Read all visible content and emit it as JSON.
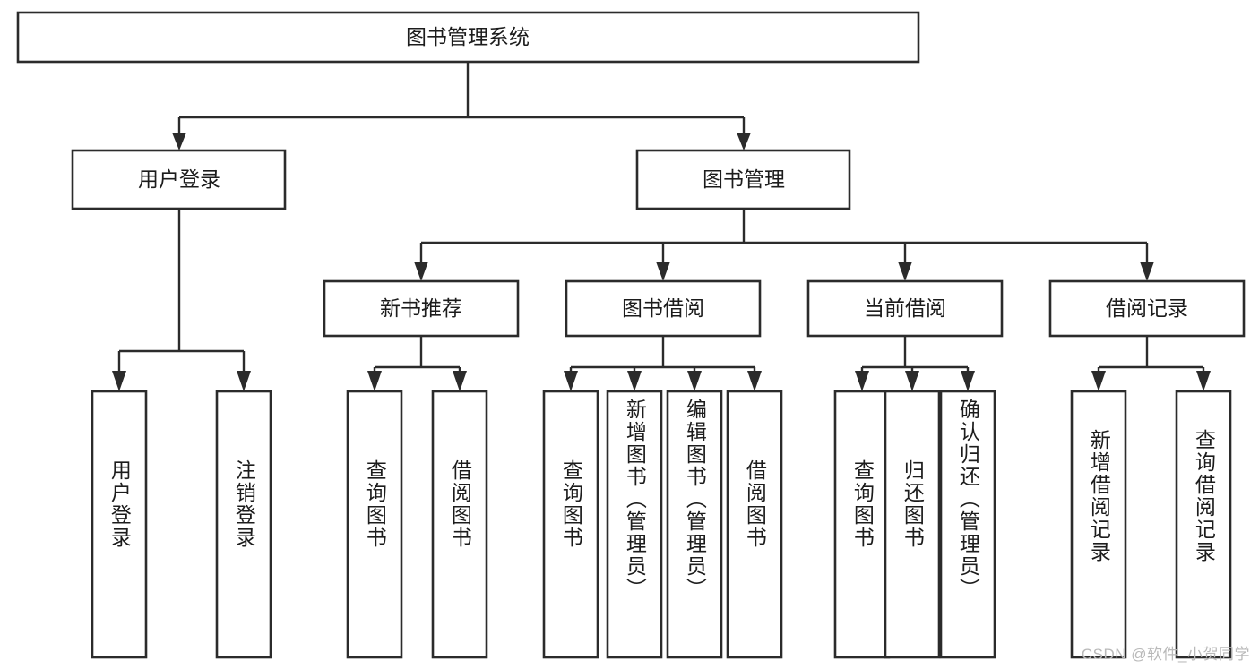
{
  "diagram": {
    "title": "图书管理系统",
    "type": "tree-hierarchy-diagram",
    "colors": {
      "box_stroke": "#2b2b2b",
      "box_fill": "#ffffff",
      "text": "#1c1c1c",
      "background": "#ffffff",
      "watermark": "#b9b9b9"
    },
    "root": {
      "label": "图书管理系统"
    },
    "level2": [
      {
        "label": "用户登录"
      },
      {
        "label": "图书管理"
      }
    ],
    "level3": [
      {
        "label": "新书推荐"
      },
      {
        "label": "图书借阅"
      },
      {
        "label": "当前借阅"
      },
      {
        "label": "借阅记录"
      }
    ],
    "leaves": {
      "user_login": [
        {
          "label": "用户登录"
        },
        {
          "label": "注销登录"
        }
      ],
      "new_book_recommend": [
        {
          "label": "查询图书"
        },
        {
          "label": "借阅图书"
        }
      ],
      "book_borrow": [
        {
          "label": "查询图书"
        },
        {
          "label": "新增图书（管理员）"
        },
        {
          "label": "编辑图书（管理员）"
        },
        {
          "label": "借阅图书"
        }
      ],
      "current_borrow": [
        {
          "label": "查询图书"
        },
        {
          "label": "归还图书"
        },
        {
          "label": "确认归还（管理员）"
        }
      ],
      "borrow_record": [
        {
          "label": "新增借阅记录"
        },
        {
          "label": "查询借阅记录"
        }
      ]
    },
    "watermark": "CSDN @软件_小贺同学"
  }
}
